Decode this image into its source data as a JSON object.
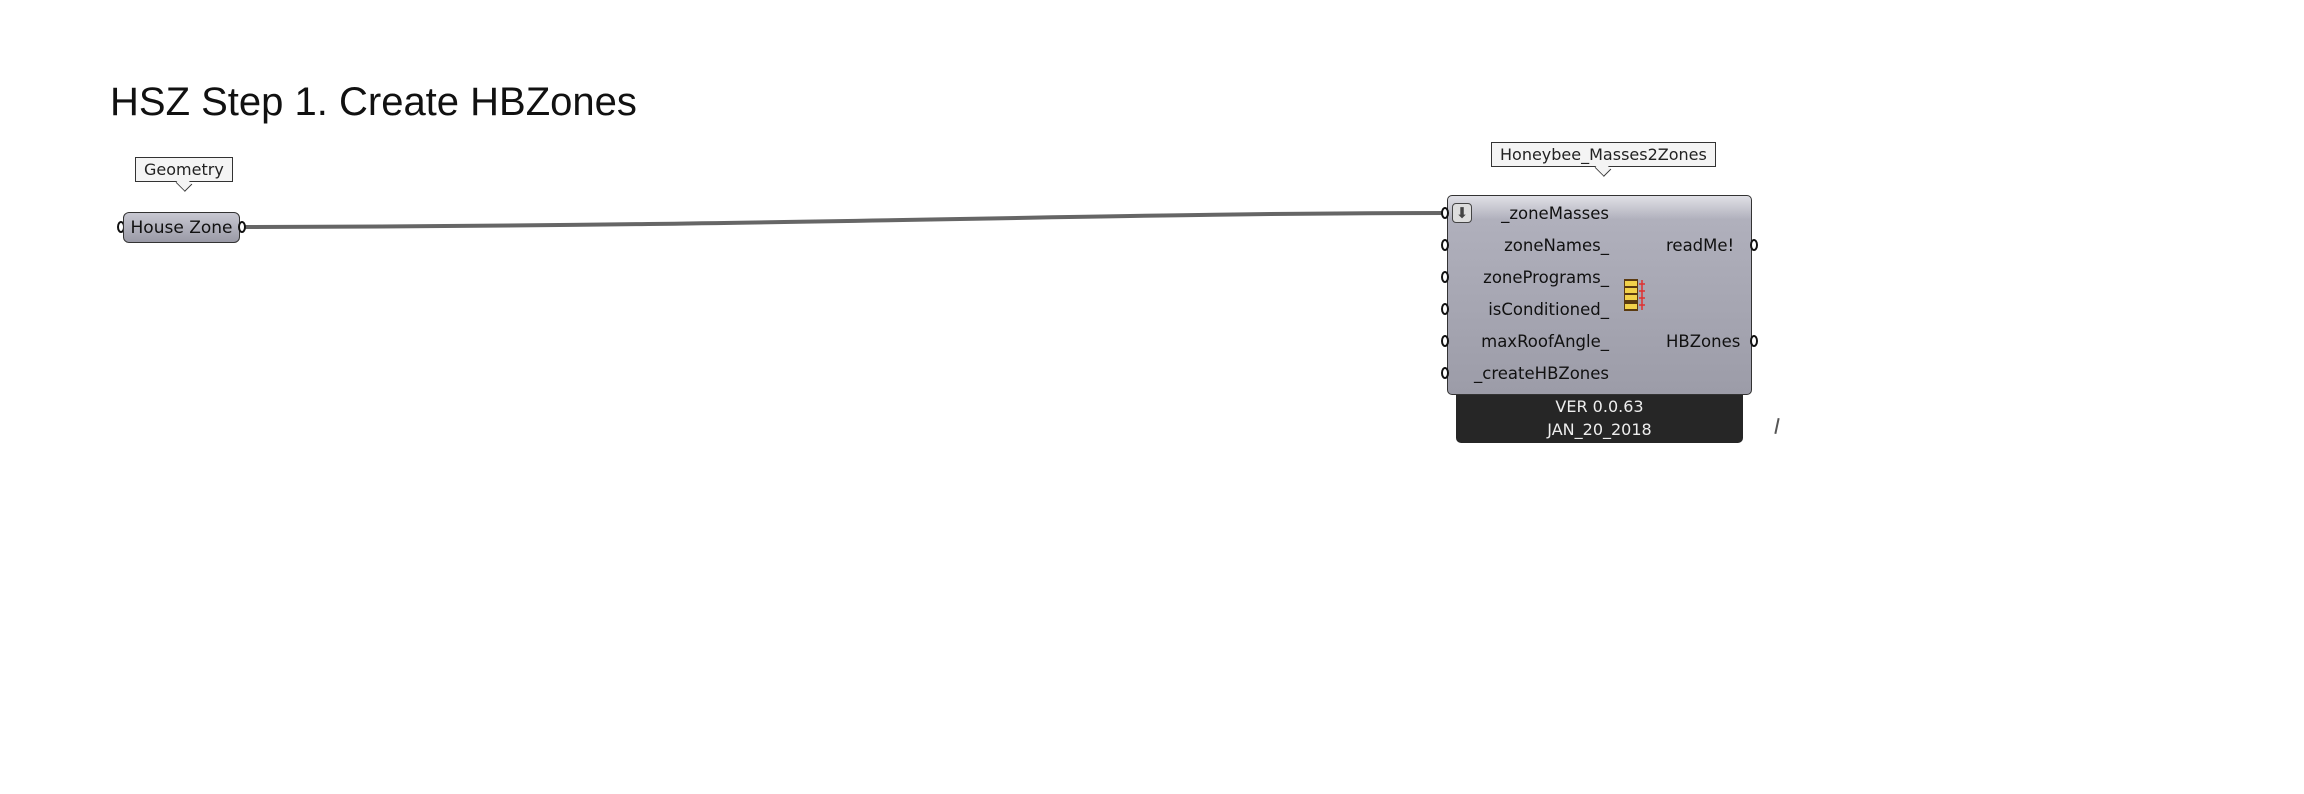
{
  "title": "HSZ Step 1. Create HBZones",
  "geometry_param": {
    "tag": "Geometry",
    "name": "House Zone"
  },
  "component": {
    "tag": "Honeybee_Masses2Zones",
    "inputs": [
      "_zoneMasses",
      "zoneNames_",
      "zonePrograms_",
      "isConditioned_",
      "maxRoofAngle_",
      "_createHBZones"
    ],
    "outputs": [
      "readMe!",
      "HBZones"
    ],
    "version": "VER 0.0.63",
    "date": "JAN_20_2018",
    "icon": "honeybee-masses2zones-icon",
    "download_icon": "arrow-down-icon"
  }
}
